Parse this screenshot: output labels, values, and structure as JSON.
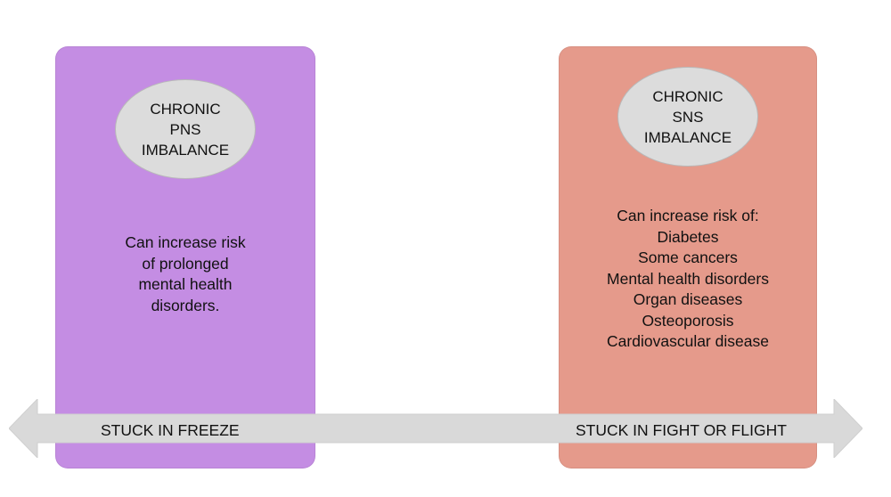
{
  "left_panel": {
    "ellipse_lines": [
      "CHRONIC",
      "PNS",
      "IMBALANCE"
    ],
    "body_lines": [
      "Can increase risk",
      "of prolonged",
      "mental health",
      "disorders."
    ],
    "color": "#c48de3"
  },
  "right_panel": {
    "ellipse_lines": [
      "CHRONIC",
      "SNS",
      "IMBALANCE"
    ],
    "body_lines": [
      "Can increase risk of:",
      "Diabetes",
      "Some cancers",
      "Mental health disorders",
      "Organ diseases",
      "Osteoporosis",
      "Cardiovascular disease"
    ],
    "color": "#e59a8b"
  },
  "arrow": {
    "left_label": "STUCK IN FREEZE",
    "right_label": "STUCK IN FIGHT OR FLIGHT",
    "color": "#d9d9d9"
  },
  "ellipse_color": "#dcdcdc"
}
